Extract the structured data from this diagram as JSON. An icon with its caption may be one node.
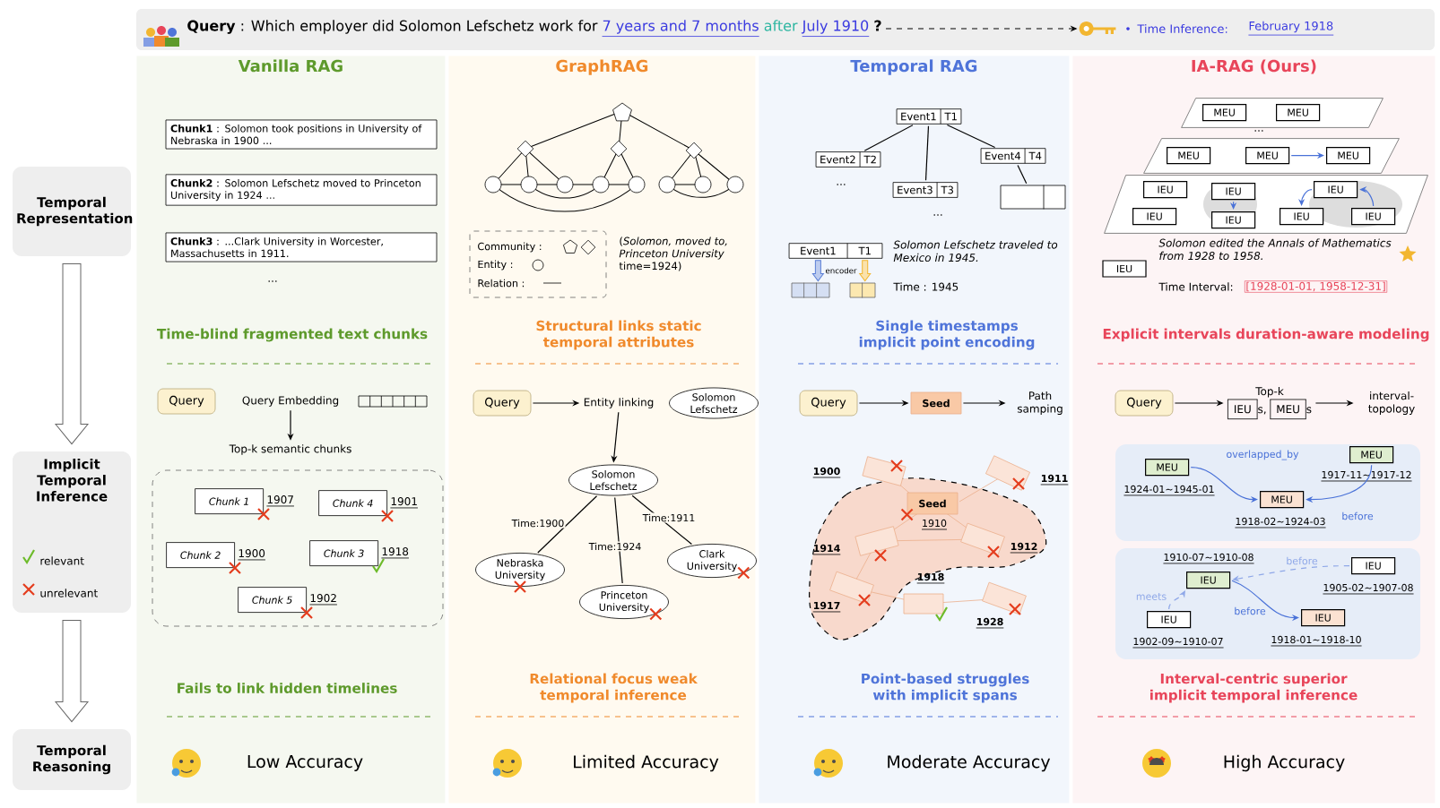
{
  "diagram": {
    "nodes": [
      {
        "text": [
          "Query",
          ": Which employer did Solomon Lefschetz work for",
          "7 years and 7 months",
          "after",
          "July 1910",
          "?"
        ]
      },
      {
        "text": [],
        "shape": "key"
      },
      {
        "text": [
          "Temporal Representation"
        ]
      },
      {
        "text": [
          "Implicit Temporal Inference"
        ]
      },
      {
        "text": [
          "Temporal Reasoning"
        ]
      },
      {
        "text": [
          "Vanilla RAG"
        ]
      },
      {
        "text": [
          "**Chunk1** : Solomon took positions in University of Nebraska in 1900 ..."
        ],
        "in": 5
      },
      {
        "text": [
          "**Chunk2** : Solomon Lefschetz moved to Princeton University in 1924 ..."
        ],
        "in": 5
      },
      {
        "text": [
          "**Chunk3** : ...Clark University in Worcester, Massachusetts in 1911."
        ],
        "in": 5
      },
      {
        "text": [
          "Query"
        ],
        "in": 5
      },
      {
        "text": [
          "Query Embedding"
        ],
        "in": 5
      },
      {
        "text": [
          "Top-k semantic chunks"
        ],
        "in": 5
      },
      {
        "text": [],
        "shape": "box",
        "in": 5
      },
      {
        "text": [
          "Chunk 1"
        ],
        "beside": [
          "1907"
        ],
        "in": 12
      },
      {
        "text": [
          "Chunk 4"
        ],
        "beside": [
          "1901"
        ],
        "in": 12
      },
      {
        "text": [
          "Chunk 2"
        ],
        "beside": [
          "1900"
        ],
        "in": 12
      },
      {
        "text": [
          "Chunk 3"
        ],
        "beside": [
          "1918"
        ],
        "in": 12
      },
      {
        "text": [
          "Chunk 5"
        ],
        "beside": [
          "1902"
        ],
        "in": 12
      },
      {
        "text": [
          "GraphRAG"
        ]
      },
      {
        "text": [
          "Query"
        ],
        "in": 18
      },
      {
        "text": [
          "Entity linking"
        ],
        "in": 18
      },
      {
        "text": [
          "Solomon Lefschetz"
        ],
        "in": 18
      },
      {
        "text": [
          "Solomon Lefschetz"
        ],
        "in": 18
      },
      {
        "text": [
          "Nebraska University"
        ],
        "in": 18
      },
      {
        "text": [
          "Princeton University"
        ],
        "in": 18
      },
      {
        "text": [
          "Clark University"
        ],
        "in": 18
      },
      {
        "text": [
          "Temporal RAG"
        ]
      },
      {
        "text": [
          "Event1",
          "T1"
        ],
        "in": 26
      },
      {
        "text": [
          "Event2",
          "T2"
        ],
        "in": 26
      },
      {
        "text": [
          "Event3",
          "T3"
        ],
        "in": 26
      },
      {
        "text": [
          "Event4",
          "T4"
        ],
        "in": 26
      },
      {
        "text": [],
        "shape": "box",
        "in": 26
      },
      {
        "text": [
          "Event1",
          "T1"
        ],
        "in": 26
      },
      {
        "text": [],
        "shape": "bar",
        "in": 26
      },
      {
        "text": [],
        "shape": "bar",
        "in": 26
      },
      {
        "text": [
          "Query"
        ],
        "in": 26
      },
      {
        "text": [
          "Seed"
        ],
        "in": 26
      },
      {
        "text": [
          "Path samping"
        ],
        "in": 26
      },
      {
        "text": [
          "IA-RAG (Ours)"
        ]
      },
      {
        "text": [],
        "shape": "parallelogram",
        "in": 38
      },
      {
        "text": [
          "MEU"
        ],
        "in": 39
      },
      {
        "text": [
          "MEU"
        ],
        "in": 39
      },
      {
        "text": [],
        "shape": "parallelogram",
        "in": 38
      },
      {
        "text": [
          "MEU"
        ],
        "in": 42
      },
      {
        "text": [
          "MEU"
        ],
        "in": 42
      },
      {
        "text": [
          "MEU"
        ],
        "in": 42
      },
      {
        "text": [],
        "shape": "parallelogram",
        "in": 38
      },
      {
        "text": [
          "IEU"
        ],
        "in": 46
      },
      {
        "text": [
          "IEU"
        ],
        "in": 46
      },
      {
        "text": [
          "IEU"
        ],
        "in": 46
      },
      {
        "text": [
          "IEU"
        ],
        "in": 46
      },
      {
        "text": [
          "IEU"
        ],
        "in": 46
      },
      {
        "text": [
          "IEU"
        ],
        "in": 46
      },
      {
        "text": [
          "IEU"
        ],
        "in": 46
      },
      {
        "text": [
          "IEU"
        ],
        "beside": [
          "Solomon edited the Annals of Mathematics from 1928 to 1958.",
          "Time Interval:",
          "[1928-01-01, 1958-12-31]"
        ],
        "in": 38
      },
      {
        "text": [
          "Query"
        ],
        "in": 38
      },
      {
        "text": [
          "Top-k",
          "IEU",
          "s,",
          "MEU",
          "s"
        ],
        "in": 38
      },
      {
        "text": [
          "interval-topology"
        ],
        "in": 38
      },
      {
        "text": [],
        "shape": "box",
        "in": 38
      },
      {
        "text": [
          "MEU"
        ],
        "beside": [
          "1924-01~1945-01"
        ],
        "in": 58
      },
      {
        "text": [
          "MEU"
        ],
        "beside": [
          "1918-02~1924-03"
        ],
        "in": 58
      },
      {
        "text": [
          "MEU"
        ],
        "beside": [
          "1917-11~1917-12"
        ],
        "in": 58
      },
      {
        "text": [],
        "shape": "box",
        "in": 38
      },
      {
        "text": [
          "IEU"
        ],
        "beside": [
          "1910-07~1910-08"
        ],
        "in": 62
      },
      {
        "text": [
          "IEU"
        ],
        "beside": [
          "1905-02~1907-08"
        ],
        "in": 62
      },
      {
        "text": [
          "IEU"
        ],
        "beside": [
          "1902-09~1910-07"
        ],
        "in": 62
      },
      {
        "text": [
          "IEU"
        ],
        "beside": [
          "1918-01~1918-10"
        ],
        "in": 62
      },
      {
        "text": [
          "Seed"
        ],
        "beside": [
          "1910"
        ],
        "in": 26
      }
    ],
    "edges": [
      {
        "from": 0,
        "to": 1,
        "arrow": "to",
        "style": "dashed"
      },
      {
        "from": 2,
        "to": 3,
        "arrow": "to"
      },
      {
        "from": 3,
        "to": 4,
        "arrow": "to"
      },
      {
        "from": 10,
        "to": 11,
        "arrow": "to"
      },
      {
        "from": 19,
        "to": 20,
        "arrow": "to"
      },
      {
        "from": 20,
        "to": 22,
        "arrow": "to"
      },
      {
        "from": 22,
        "to": 23,
        "arrow": "none",
        "label": "Time:1900"
      },
      {
        "from": 22,
        "to": 24,
        "arrow": "none",
        "label": "Time:1924"
      },
      {
        "from": 22,
        "to": 25,
        "arrow": "none",
        "label": "Time:1911"
      },
      {
        "from": 27,
        "to": 28,
        "arrow": "none"
      },
      {
        "from": 27,
        "to": 29,
        "arrow": "none"
      },
      {
        "from": 27,
        "to": 30,
        "arrow": "none"
      },
      {
        "from": 30,
        "to": 31,
        "arrow": "none"
      },
      {
        "from": 32,
        "to": 33,
        "arrow": "to",
        "color": "#5b7fd6"
      },
      {
        "from": 32,
        "to": 34,
        "arrow": "to",
        "color": "#f2b630"
      },
      {
        "from": 35,
        "to": 36,
        "arrow": "to"
      },
      {
        "from": 36,
        "to": 37,
        "arrow": "to"
      },
      {
        "from": 44,
        "to": 45,
        "arrow": "to",
        "color": "#4a72d8"
      },
      {
        "from": 49,
        "to": 50,
        "arrow": "to",
        "color": "#4a72d8"
      },
      {
        "from": 51,
        "to": 52,
        "arrow": "to",
        "color": "#4a72d8"
      },
      {
        "from": 53,
        "to": 51,
        "arrow": "to",
        "color": "#4a72d8"
      },
      {
        "from": 55,
        "to": 56,
        "arrow": "to"
      },
      {
        "from": 56,
        "to": 57,
        "arrow": "to"
      },
      {
        "from": 59,
        "to": 60,
        "arrow": "to",
        "label": "overlapped_by",
        "color": "#4a72d8"
      },
      {
        "from": 61,
        "to": 60,
        "arrow": "to",
        "label": "before",
        "color": "#4a72d8"
      },
      {
        "from": 64,
        "to": 63,
        "arrow": "to",
        "label": "before",
        "style": "dashed",
        "color": "#8fa8e8"
      },
      {
        "from": 65,
        "to": 63,
        "arrow": "to",
        "label": "meets",
        "style": "dashed",
        "color": "#8fa8e8"
      },
      {
        "from": 63,
        "to": 66,
        "arrow": "to",
        "label": "before",
        "color": "#4a72d8"
      }
    ],
    "labels": [
      "Time Inference:",
      "February 1918",
      "...",
      "Time-blind fragmented text chunks",
      "Fails to link hidden timelines",
      "Low Accuracy",
      "(*Solomon, moved to, Princeton University* time=1924)",
      "Structural links static temporal attributes",
      "Relational focus weak temporal inference",
      "Limited Accuracy",
      "...",
      "...",
      "encoder",
      "Solomon Lefschetz traveled to Mexico in 1945.",
      "Time : 1945",
      "Single timestamps implicit point encoding",
      "1900",
      "1911",
      "1914",
      "1912",
      "1918",
      "1917",
      "1928",
      "Point-based struggles with implicit spans",
      "Moderate Accuracy",
      "...",
      "Explicit intervals duration-aware modeling",
      "Interval-centric superior implicit temporal inference",
      "High Accuracy"
    ],
    "legend": [
      {
        "text": "relevant"
      },
      {
        "text": "unrelevant"
      },
      {
        "text": "Community :"
      },
      {
        "text": "Entity :"
      },
      {
        "text": "Relation :"
      }
    ]
  }
}
